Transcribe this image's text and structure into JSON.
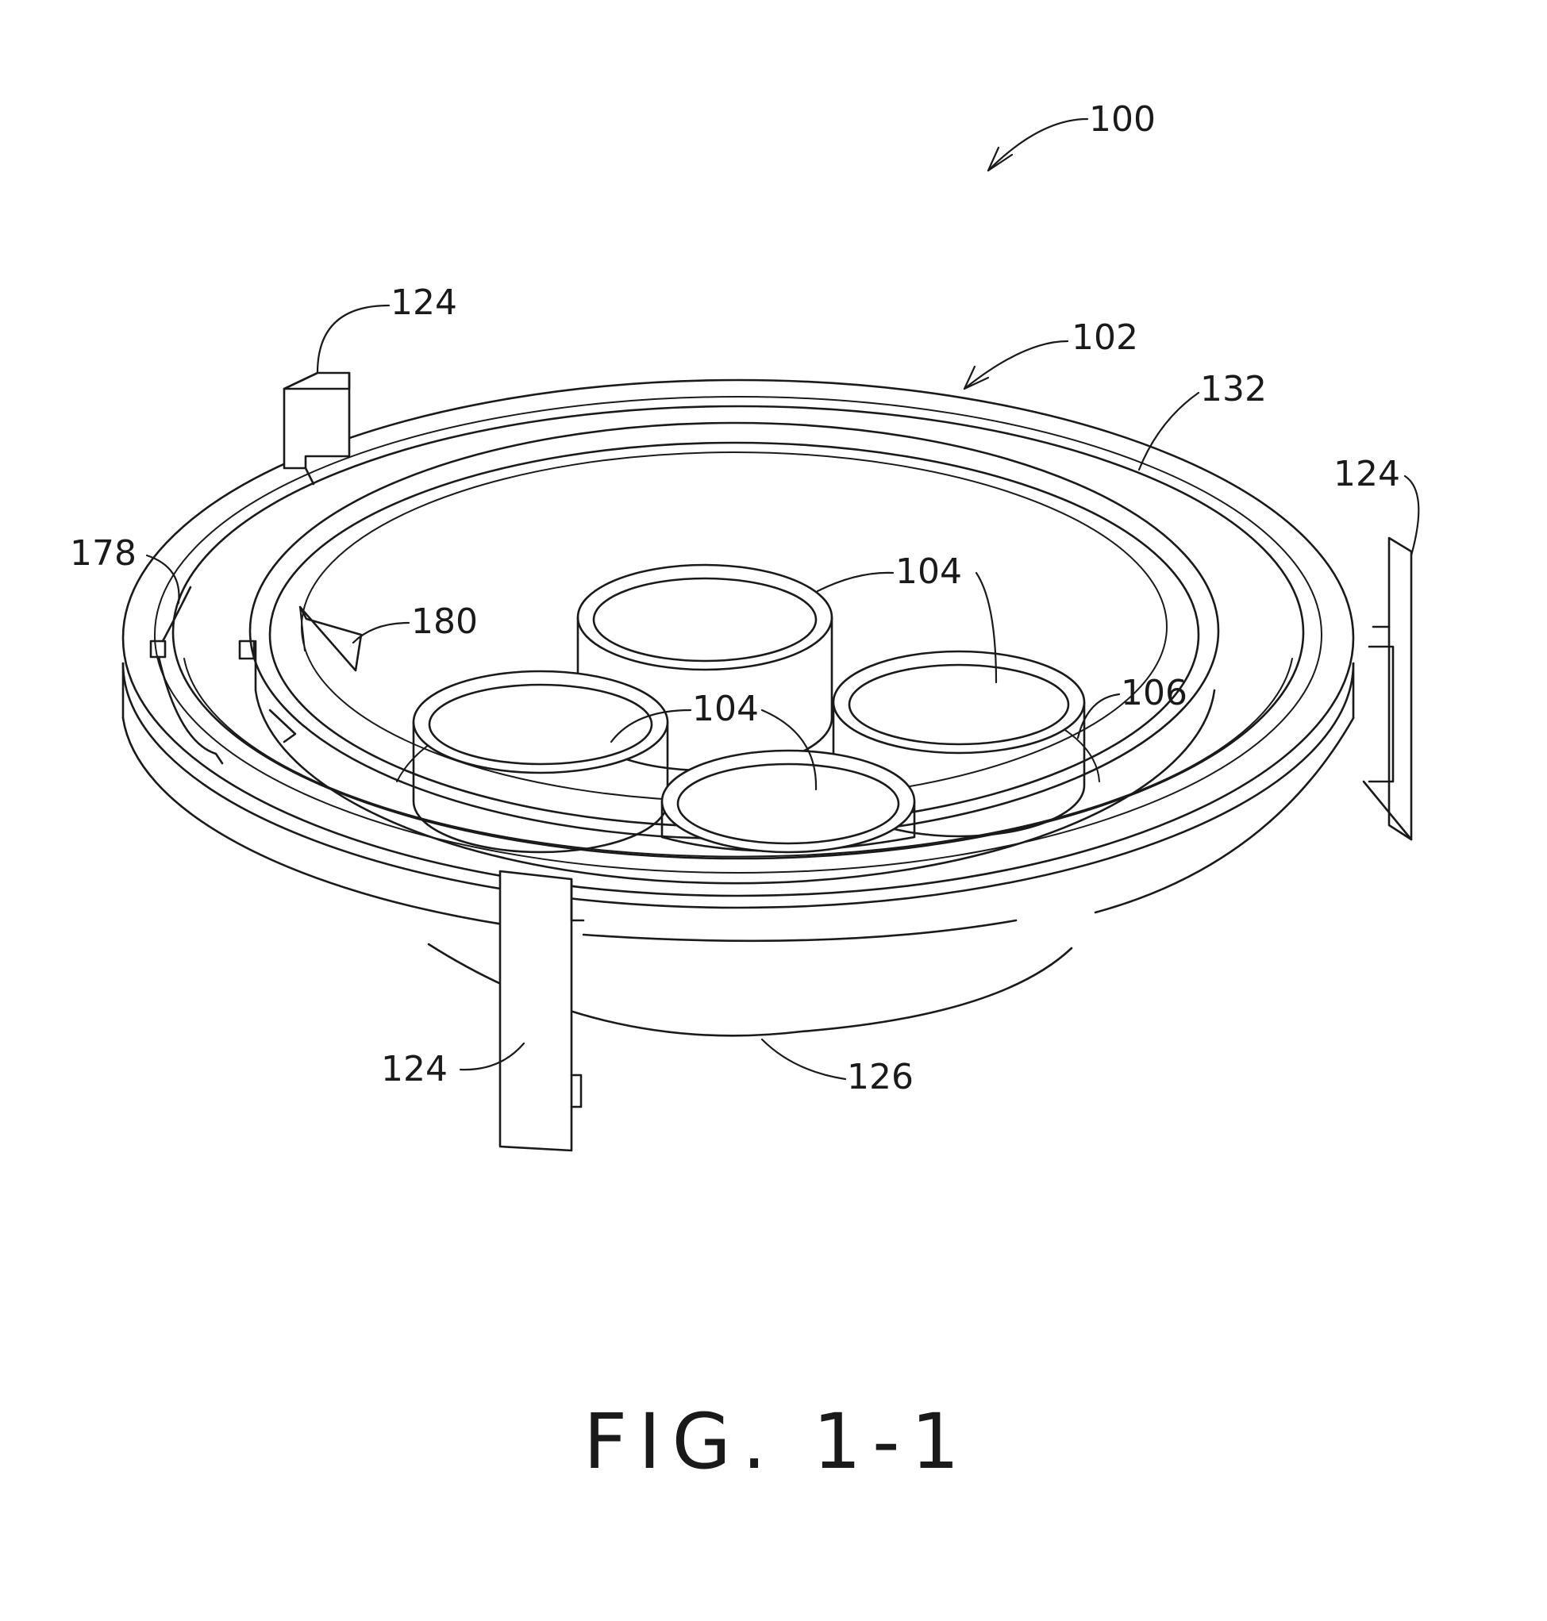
{
  "figure": {
    "caption": "FIG. 1-1",
    "refs": {
      "r100": "100",
      "r102": "102",
      "r132": "132",
      "r124_top_left": "124",
      "r124_right": "124",
      "r124_bottom": "124",
      "r178": "178",
      "r180": "180",
      "r104_top": "104",
      "r104_right": "104",
      "r104_left": "104",
      "r106": "106",
      "r126": "126"
    }
  }
}
